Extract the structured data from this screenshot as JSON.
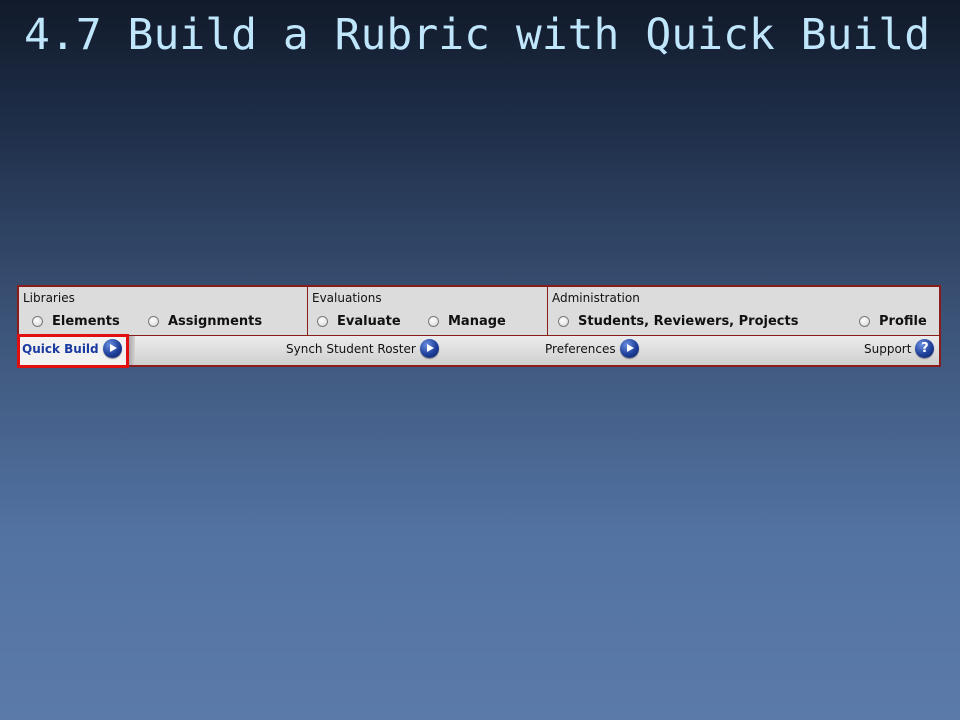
{
  "slide": {
    "title": "4.7 Build a Rubric with Quick Build"
  },
  "menu": {
    "groups": [
      {
        "title": "Libraries",
        "items": [
          "Elements",
          "Assignments"
        ]
      },
      {
        "title": "Evaluations",
        "items": [
          "Evaluate",
          "Manage"
        ]
      },
      {
        "title": "Administration",
        "items": [
          "Students, Reviewers, Projects",
          "Profile"
        ]
      }
    ],
    "bottom": {
      "quick_build": "Quick Build",
      "synch": "Synch Student Roster",
      "preferences": "Preferences",
      "support": "Support",
      "help_glyph": "?"
    }
  },
  "colors": {
    "highlight": "#e01010",
    "border": "#8b1c1c",
    "link": "#1a3aa0",
    "title": "#bfe6fb"
  },
  "icons": [
    "radio-button",
    "play-icon",
    "help-icon"
  ]
}
